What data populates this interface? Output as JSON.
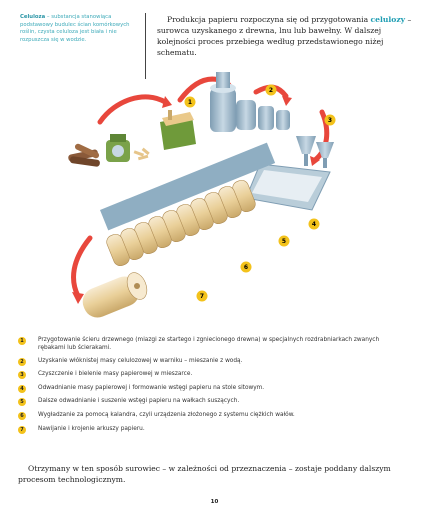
{
  "sidebar": {
    "term": "Celuloza",
    "definition": " – substancja stanowiąca podstawowy budulec ścian komórkowych roślin, czysta celuloza jest biała i nie rozpuszcza się w wodzie."
  },
  "intro": {
    "before": "Produkcja papieru rozpoczyna się od przygotowania ",
    "highlight": "celulozy",
    "after": " – surowca uzyskanego z drewna, lnu lub bawełny. W dalszej kolejności proces przebiega według przedstawionego niżej schematu."
  },
  "diagram": {
    "markers": [
      "1",
      "2",
      "3",
      "4",
      "5",
      "6",
      "7"
    ],
    "colors": {
      "arrow": "#e8473c",
      "badge": "#f3c21b",
      "roller": "#efd9a8",
      "machine": "#9bb6c9"
    }
  },
  "steps": [
    {
      "num": "1",
      "text": "Przygotowanie ścieru drzewnego (miazgi ze startego i zgniecionego drewna) w specjalnych rozdrabniarkach zwanych rębakami lub ścierakami."
    },
    {
      "num": "2",
      "text": "Uzyskanie włóknistej masy celulozowej w warniku – mieszanie z wodą."
    },
    {
      "num": "3",
      "text": "Czyszczenie i bielenie masy papierowej w mieszarce."
    },
    {
      "num": "4",
      "text": "Odwadnianie masy papierowej i formowanie wstęgi papieru na stole sitowym."
    },
    {
      "num": "5",
      "text": "Dalsze odwadnianie i suszenie wstęgi papieru na wałkach suszących."
    },
    {
      "num": "6",
      "text": "Wygładzanie za pomocą kalandra, czyli urządzenia złożonego z systemu ciężkich wałów."
    },
    {
      "num": "7",
      "text": "Nawijanie i krojenie arkuszy papieru."
    }
  ],
  "outro": "Otrzymany w ten sposób surowiec – w zależności od przeznaczenia – zostaje poddany dalszym procesom technologicznym.",
  "page_number": "10"
}
